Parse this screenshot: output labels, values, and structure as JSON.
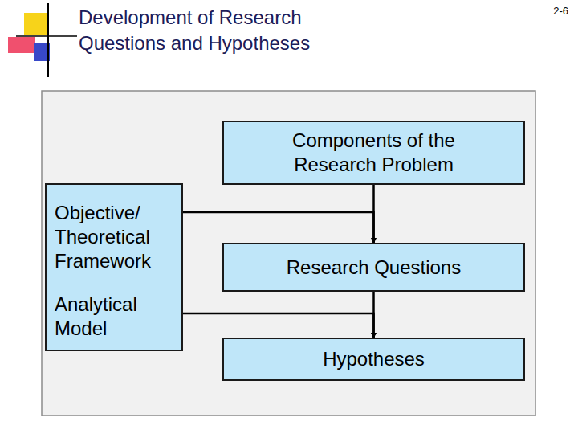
{
  "diagram": {
    "title": "Development of Research Questions and Hypotheses",
    "nodes": [
      {
        "text": [
          "Components of the Research Problem"
        ]
      },
      {
        "text": [
          "Objective/ Theoretical Framework",
          "Analytical Model"
        ]
      },
      {
        "text": [
          "Research Questions"
        ]
      },
      {
        "text": [
          "Hypotheses"
        ]
      }
    ],
    "edges": [
      {
        "from": 0,
        "to": 2,
        "arrow": "to"
      },
      {
        "from": 1,
        "to": 2,
        "arrow": "to"
      },
      {
        "from": 2,
        "to": 3,
        "arrow": "to"
      },
      {
        "from": 1,
        "to": 3,
        "arrow": "to"
      }
    ],
    "labels": [
      "2-6"
    ]
  }
}
